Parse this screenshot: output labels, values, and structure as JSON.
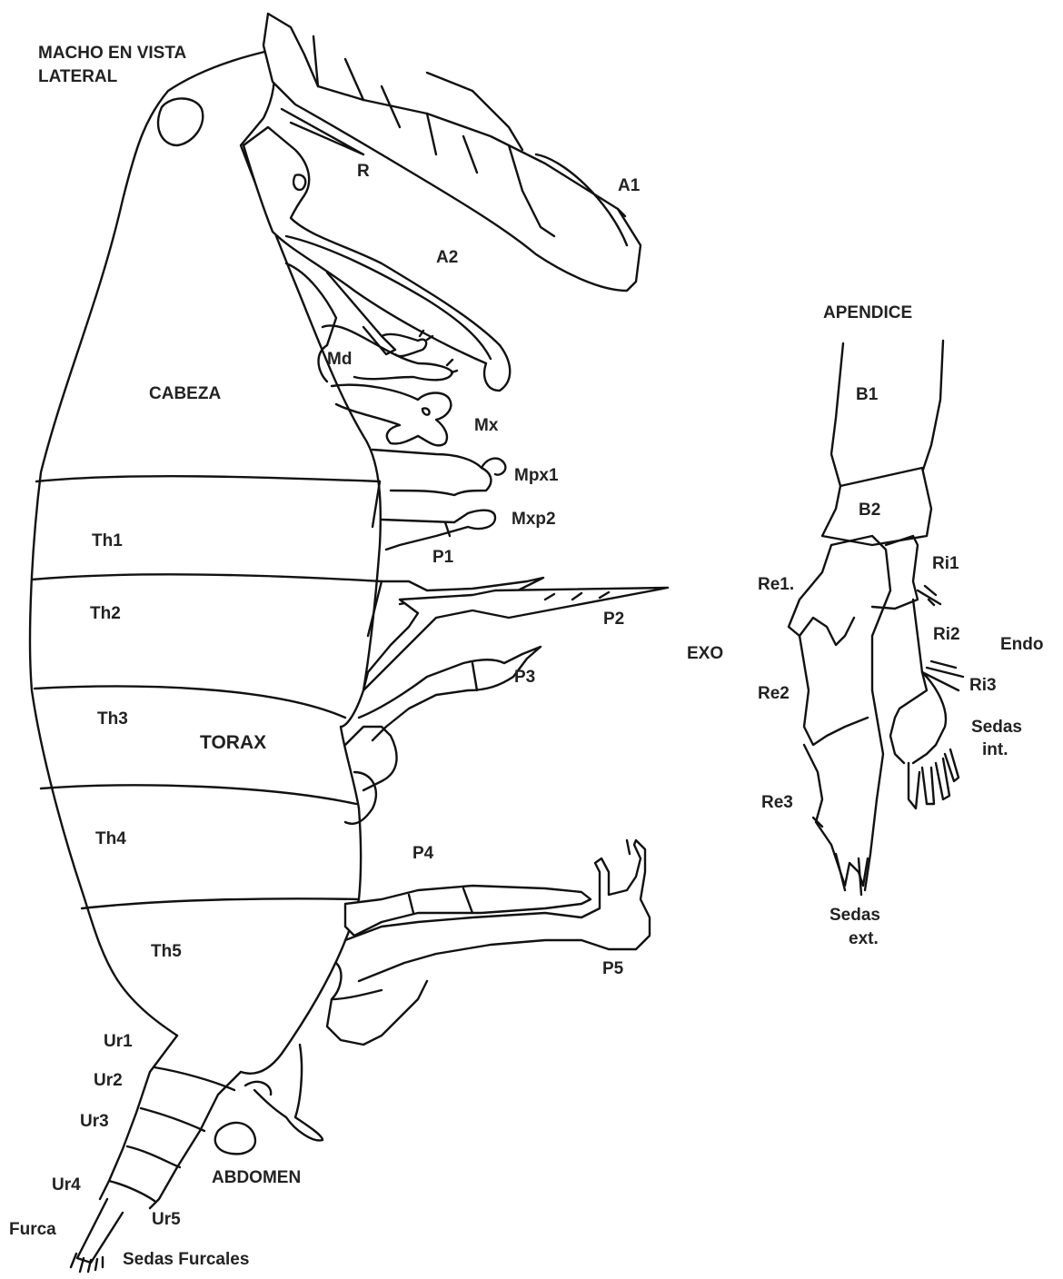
{
  "title": "MACHO EN VISTA LATERAL",
  "title_lines": [
    "MACHO EN VISTA",
    "LATERAL"
  ],
  "labels": {
    "R": "R",
    "A1": "A1",
    "A2": "A2",
    "Md": "Md",
    "Mx": "Mx",
    "Mpx1": "Mpx1",
    "Mxp2": "Mxp2",
    "P1": "P1",
    "P2": "P2",
    "P3": "P3",
    "P4": "P4",
    "P5": "P5",
    "cabeza": "CABEZA",
    "torax": "TORAX",
    "abdomen": "ABDOMEN",
    "th1": "Th1",
    "th2": "Th2",
    "th3": "Th3",
    "th4": "Th4",
    "th5": "Th5",
    "ur1": "Ur1",
    "ur2": "Ur2",
    "ur3": "Ur3",
    "ur4": "Ur4",
    "ur5": "Ur5",
    "furca": "Furca",
    "sedas_furcales": "Sedas Furcales"
  },
  "appendix": {
    "title": "APENDICE",
    "B1": "B1",
    "B2": "B2",
    "Re1": "Re1.",
    "Re2": "Re2",
    "Re3": "Re3",
    "Ri1": "Ri1",
    "Ri2": "Ri2",
    "Ri3": "Ri3",
    "exo": "EXO",
    "endo": "Endo",
    "sedas_int": [
      "Sedas",
      "int."
    ],
    "sedas_ext": [
      "Sedas",
      "ext."
    ]
  },
  "colors": {
    "line": "#111111",
    "text": "#222222",
    "background": "#ffffff"
  }
}
